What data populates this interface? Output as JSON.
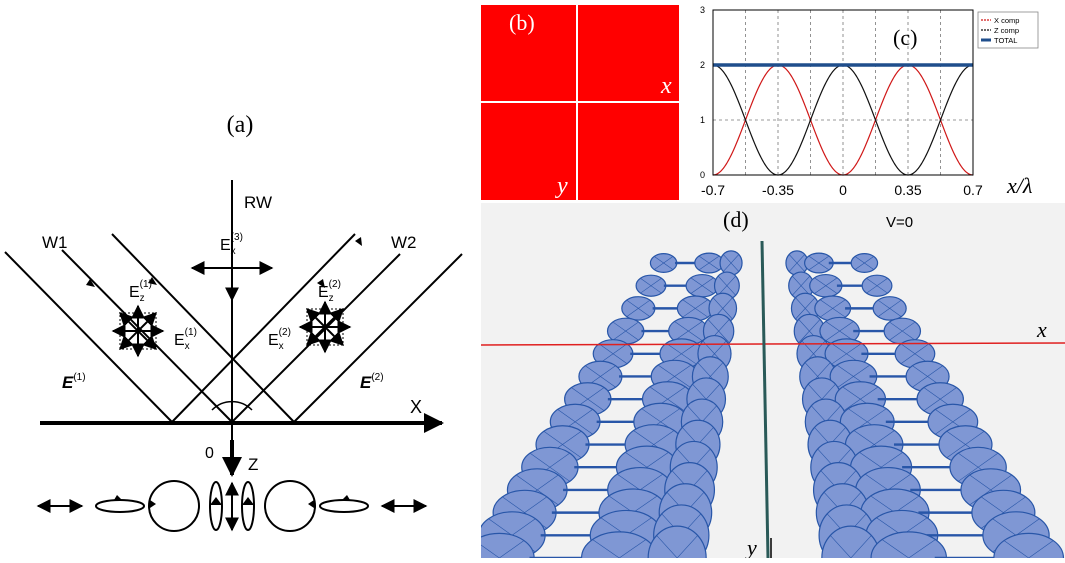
{
  "panel_a": {
    "label": "(a)",
    "wave1": "W1",
    "wave2": "W2",
    "reflected_wave": "RW",
    "axis_x": "X",
    "axis_z": "Z",
    "origin": "0",
    "e_letter": "E",
    "sub_x": "x",
    "sub_z": "z",
    "sup_1": "(1)",
    "sup_2": "(2)",
    "sup_3": "(3)"
  },
  "panel_b": {
    "label": "(b)",
    "axis_x": "x",
    "axis_y": "y",
    "colors": {
      "background": "#ff0000",
      "lines": "#ffffff"
    }
  },
  "panel_c": {
    "label": "(c)",
    "xlabel": "x/λ"
  },
  "panel_d": {
    "label": "(d)",
    "status": "V=0",
    "axis_x": "x",
    "axis_y": "y",
    "colors": {
      "ellipse_fill": "#7f97d4",
      "ellipse_stroke": "#2856a8",
      "x_axis": "#e02020"
    }
  },
  "chart_data": {
    "type": "line",
    "title": "",
    "xlabel": "x/λ",
    "ylabel": "",
    "xlim": [
      -0.7,
      0.7
    ],
    "ylim": [
      0,
      3
    ],
    "x_ticks": [
      "-0.7",
      "-0.35",
      "0",
      "0.35",
      "0.7"
    ],
    "y_ticks": [
      "0",
      "1",
      "2",
      "3"
    ],
    "grid": true,
    "legend_position": "top-right",
    "x": [
      -0.7,
      -0.6125,
      -0.525,
      -0.4375,
      -0.35,
      -0.2625,
      -0.175,
      -0.0875,
      0,
      0.0875,
      0.175,
      0.2625,
      0.35,
      0.4375,
      0.525,
      0.6125,
      0.7
    ],
    "series": [
      {
        "name": "X comp",
        "color": "#d01818",
        "values": [
          0,
          0.29,
          1,
          1.71,
          2,
          1.71,
          1,
          0.29,
          0,
          0.29,
          1,
          1.71,
          2,
          1.71,
          1,
          0.29,
          0
        ]
      },
      {
        "name": "Z comp",
        "color": "#111111",
        "values": [
          2,
          1.71,
          1,
          0.29,
          0,
          0.29,
          1,
          1.71,
          2,
          1.71,
          1,
          0.29,
          0,
          0.29,
          1,
          1.71,
          2
        ]
      },
      {
        "name": "TOTAL",
        "color": "#1f4e8c",
        "values": [
          2,
          2,
          2,
          2,
          2,
          2,
          2,
          2,
          2,
          2,
          2,
          2,
          2,
          2,
          2,
          2,
          2
        ]
      }
    ]
  }
}
